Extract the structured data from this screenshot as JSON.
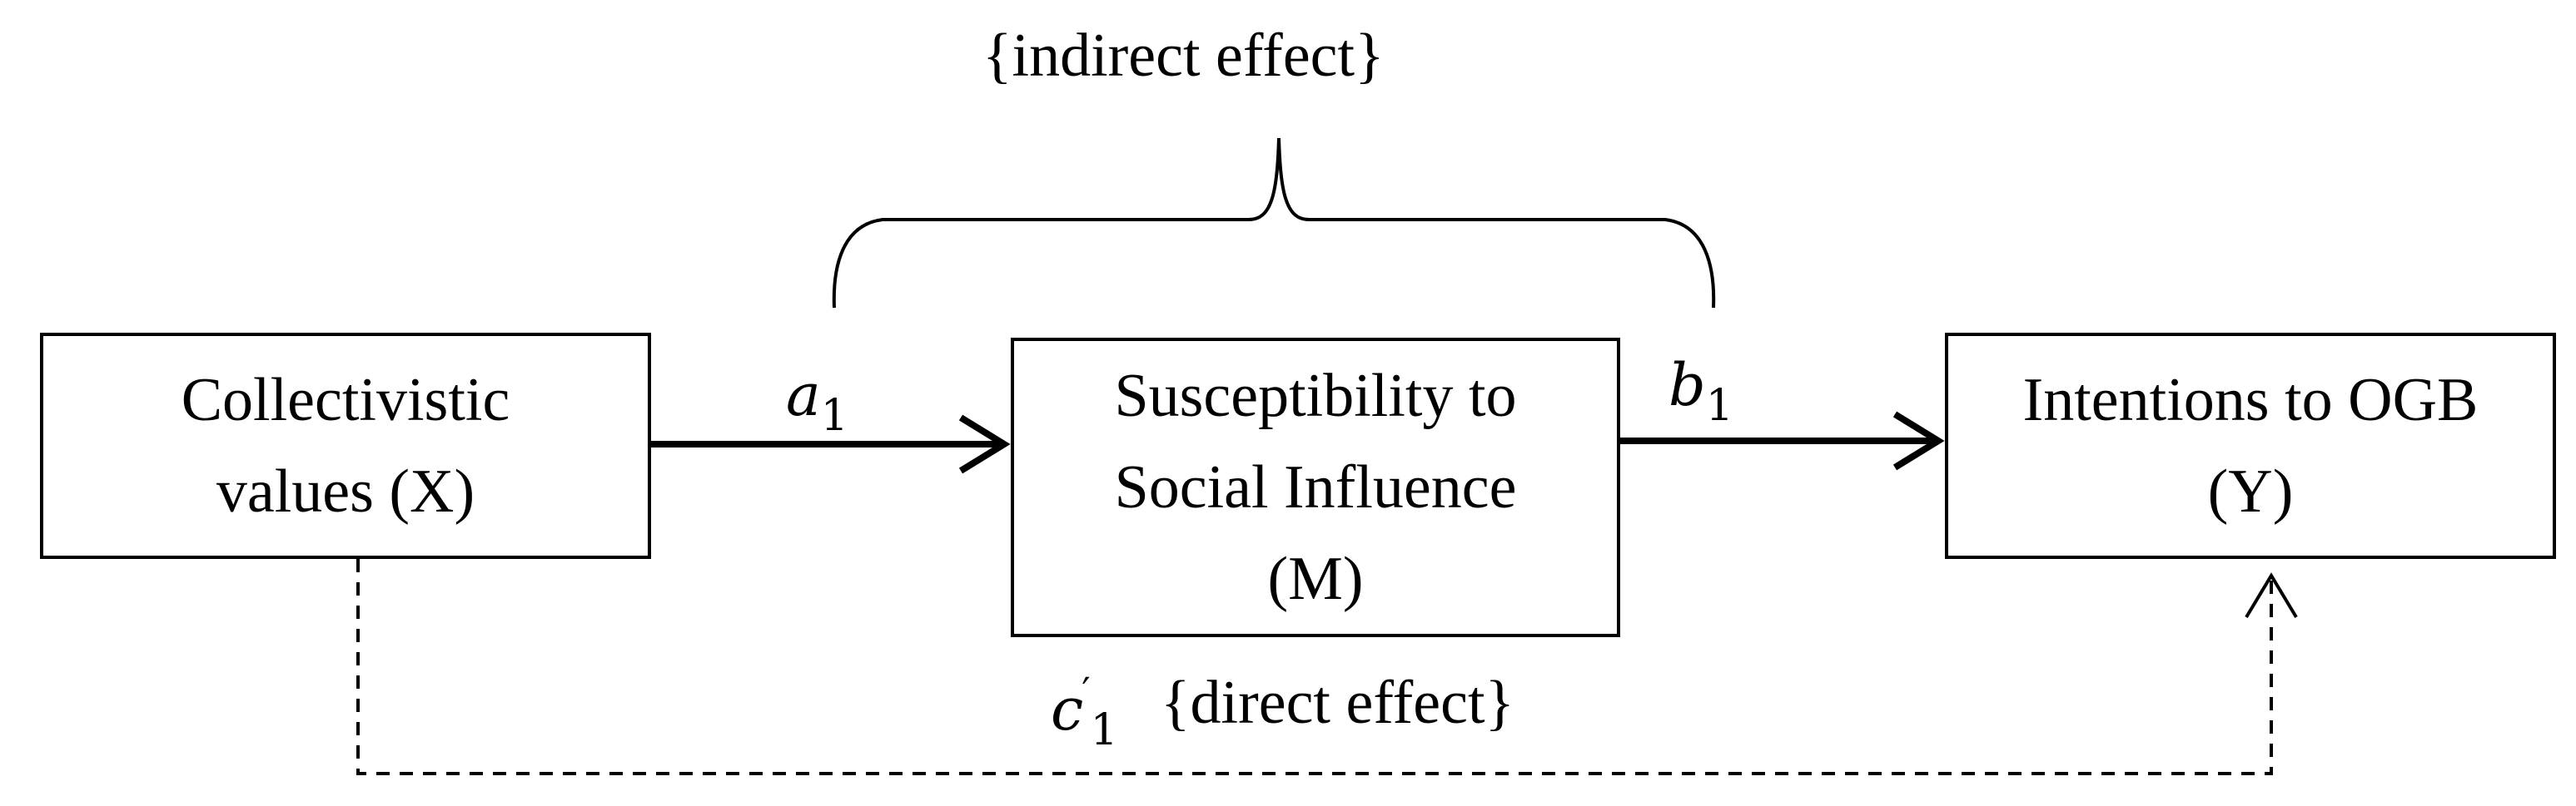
{
  "nodes": {
    "x": {
      "line1": "Collectivistic",
      "line2": "values (X)"
    },
    "m": {
      "line1": "Susceptibility to",
      "line2": "Social Influence",
      "line3": "(M)"
    },
    "y": {
      "line1": "Intentions to OGB",
      "line2": "(Y)"
    }
  },
  "paths": {
    "a": {
      "symbol": "a",
      "subscript": "1"
    },
    "b": {
      "symbol": "b",
      "subscript": "1"
    },
    "c": {
      "symbol": "c",
      "prime": "′",
      "subscript": "1"
    }
  },
  "annotations": {
    "indirect": "{indirect effect}",
    "direct": "{direct effect}"
  }
}
